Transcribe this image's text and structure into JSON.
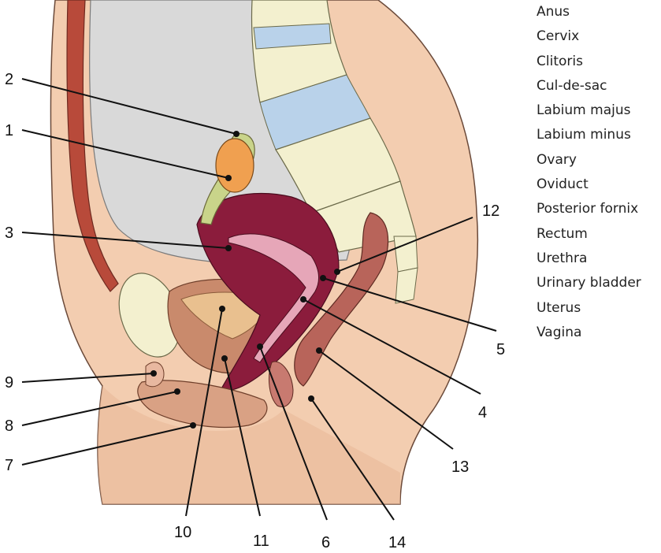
{
  "word_bank": [
    "Anus",
    "Cervix",
    "Clitoris",
    "Cul-de-sac",
    "Labium majus",
    "Labium minus",
    "Ovary",
    "Oviduct",
    "Posterior fornix",
    "Rectum",
    "Urethra",
    "Urinary bladder",
    "Uterus",
    "Vagina"
  ],
  "callouts": [
    "1",
    "2",
    "3",
    "4",
    "5",
    "6",
    "7",
    "8",
    "9",
    "10",
    "11",
    "12",
    "13",
    "14"
  ],
  "colors": {
    "skin": "#f3cdb0",
    "skin_shade": "#e8b193",
    "cavity": "#d9d9d9",
    "uterus": "#8b1c3c",
    "uterus_light": "#c85a78",
    "bladder": "#c98a6c",
    "rectum": "#b8645a",
    "ovary": "#f0a050",
    "oviduct": "#c9d48a",
    "bone": "#f3f0cf",
    "disc": "#b9d2ea",
    "muscle": "#b84a3a"
  }
}
